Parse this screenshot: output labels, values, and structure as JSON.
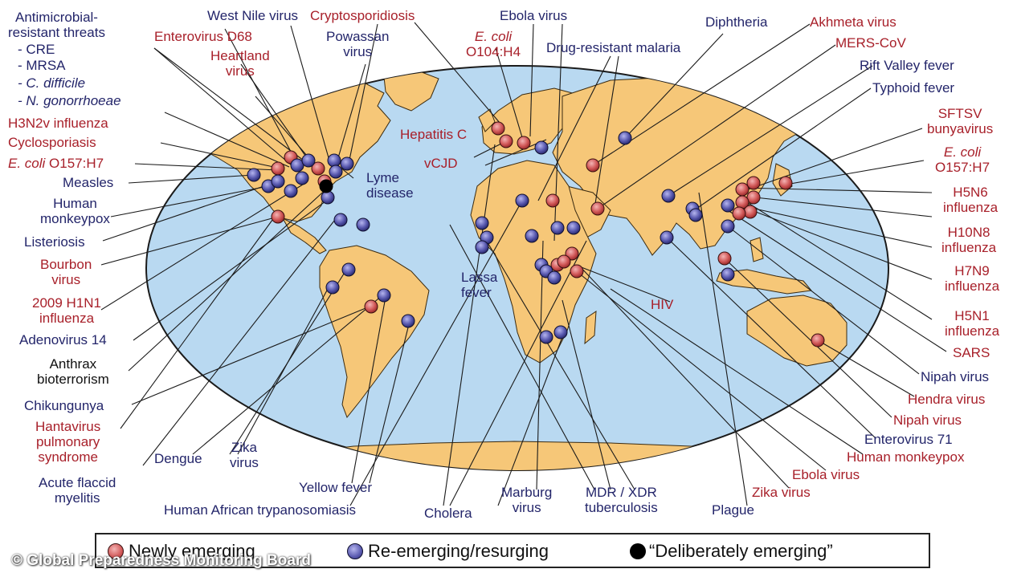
{
  "colors": {
    "ocean": "#b9d9f1",
    "land": "#f6c778",
    "newly": "#d25a5a",
    "reemerging": "#5454a8",
    "deliberate": "#000000",
    "red_text": "#a8202a",
    "blue_text": "#23256a"
  },
  "labels": {
    "amr_title": "Antimicrobial-\nresistant threats",
    "amr_cre": "- CRE",
    "amr_mrsa": "- MRSA",
    "amr_cdiff": "- C. difficile",
    "amr_ngon": "- N. gonorrhoeae",
    "west_nile": "West Nile virus",
    "crypto": "Cryptosporidiosis",
    "ebola_top": "Ebola virus",
    "diphtheria": "Diphtheria",
    "akhmeta": "Akhmeta virus",
    "mers": "MERS-CoV",
    "rift": "Rift Valley fever",
    "typhoid": "Typhoid fever",
    "sftsv": "SFTSV\nbunyavirus",
    "ecoli_east_a": "E. coli",
    "ecoli_east_b": "O157:H7",
    "h5n6": "H5N6\ninfluenza",
    "h10n8": "H10N8\ninfluenza",
    "h7n9": "H7N9\ninfluenza",
    "h5n1": "H5N1\ninfluenza",
    "sars": "SARS",
    "nipah_blue": "Nipah virus",
    "hendra": "Hendra virus",
    "nipah_red": "Nipah virus",
    "enterovirus71": "Enterovirus 71",
    "monkeypox_east": "Human monkeypox",
    "ebola_bottom": "Ebola virus",
    "zika_bottom": "Zika virus",
    "plague": "Plague",
    "mdr": "MDR / XDR\ntuberculosis",
    "marburg": "Marburg\nvirus",
    "cholera": "Cholera",
    "hat": "Human African trypanosomiasis",
    "yellow_fever": "Yellow fever",
    "zika_sa": "Zika\nvirus",
    "dengue": "Dengue",
    "afm": "Acute flaccid\nmyelitis",
    "hantavirus": "Hantavirus\npulmonary\nsyndrome",
    "chikungunya": "Chikungunya",
    "anthrax": "Anthrax\nbioterrorism",
    "adenovirus": "Adenovirus 14",
    "h1n1": "2009 H1N1\ninfluenza",
    "bourbon": "Bourbon\nvirus",
    "listeriosis": "Listeriosis",
    "monkeypox_west": "Human\nmonkeypox",
    "measles": "Measles",
    "ecoli_west_a": "E. coli",
    "ecoli_west_b": " O157:H7",
    "cyclo": "Cyclosporiasis",
    "h3n2v": "H3N2v influenza",
    "enterovirus_d68": "Enterovirus D68",
    "heartland": "Heartland\nvirus",
    "powassan": "Powassan\nvirus",
    "ecoli_o104_a": "E. coli",
    "ecoli_o104_b": "O104:H4",
    "drug_malaria": "Drug-resistant malaria",
    "hep_c": "Hepatitis C",
    "vcjd": "vCJD",
    "lyme": "Lyme\ndisease",
    "lassa": "Lassa\nfever",
    "hiv": "HIV"
  },
  "legend": {
    "newly": "Newly emerging",
    "reemerging": "Re-emerging/resurging",
    "deliberate": "“Deliberately emerging”"
  },
  "credit": "© Global Preparedness Monitoring Board"
}
